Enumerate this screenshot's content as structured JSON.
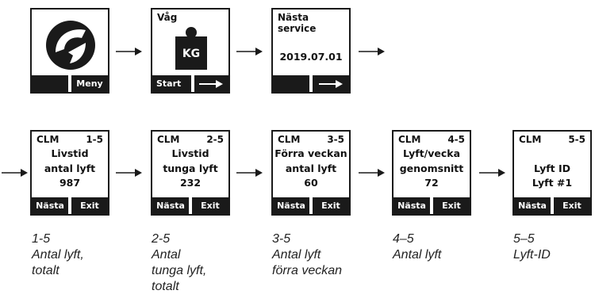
{
  "top_row": {
    "logo_screen": {
      "menu_label": "Meny",
      "icon": "logo-icon"
    },
    "scale_screen": {
      "title": "Våg",
      "weight_label": "KG",
      "start_label": "Start",
      "icon": "weight-icon"
    },
    "service_screen": {
      "title": "Nästa service",
      "date": "2019.07.01"
    }
  },
  "clm_screens": [
    {
      "model": "CLM",
      "step": "1-5",
      "lines": [
        "Livstid",
        "antal lyft",
        "987"
      ],
      "next_label": "Nästa",
      "exit_label": "Exit"
    },
    {
      "model": "CLM",
      "step": "2-5",
      "lines": [
        "Livstid",
        "tunga lyft",
        "232"
      ],
      "next_label": "Nästa",
      "exit_label": "Exit"
    },
    {
      "model": "CLM",
      "step": "3-5",
      "lines": [
        "Förra veckan",
        "antal lyft",
        "60"
      ],
      "next_label": "Nästa",
      "exit_label": "Exit"
    },
    {
      "model": "CLM",
      "step": "4-5",
      "lines": [
        "Lyft/vecka",
        "genomsnitt",
        "72"
      ],
      "next_label": "Nästa",
      "exit_label": "Exit"
    },
    {
      "model": "CLM",
      "step": "5-5",
      "lines": [
        "",
        "Lyft ID",
        "Lyft #1"
      ],
      "next_label": "Nästa",
      "exit_label": "Exit"
    }
  ],
  "captions": [
    [
      "1-5",
      "Antal lyft,",
      "totalt"
    ],
    [
      "2-5",
      "Antal",
      "tunga lyft,",
      "totalt"
    ],
    [
      "3-5",
      "Antal lyft",
      "förra veckan"
    ],
    [
      "4–5",
      "Antal lyft"
    ],
    [
      "5–5",
      "Lyft-ID"
    ]
  ]
}
